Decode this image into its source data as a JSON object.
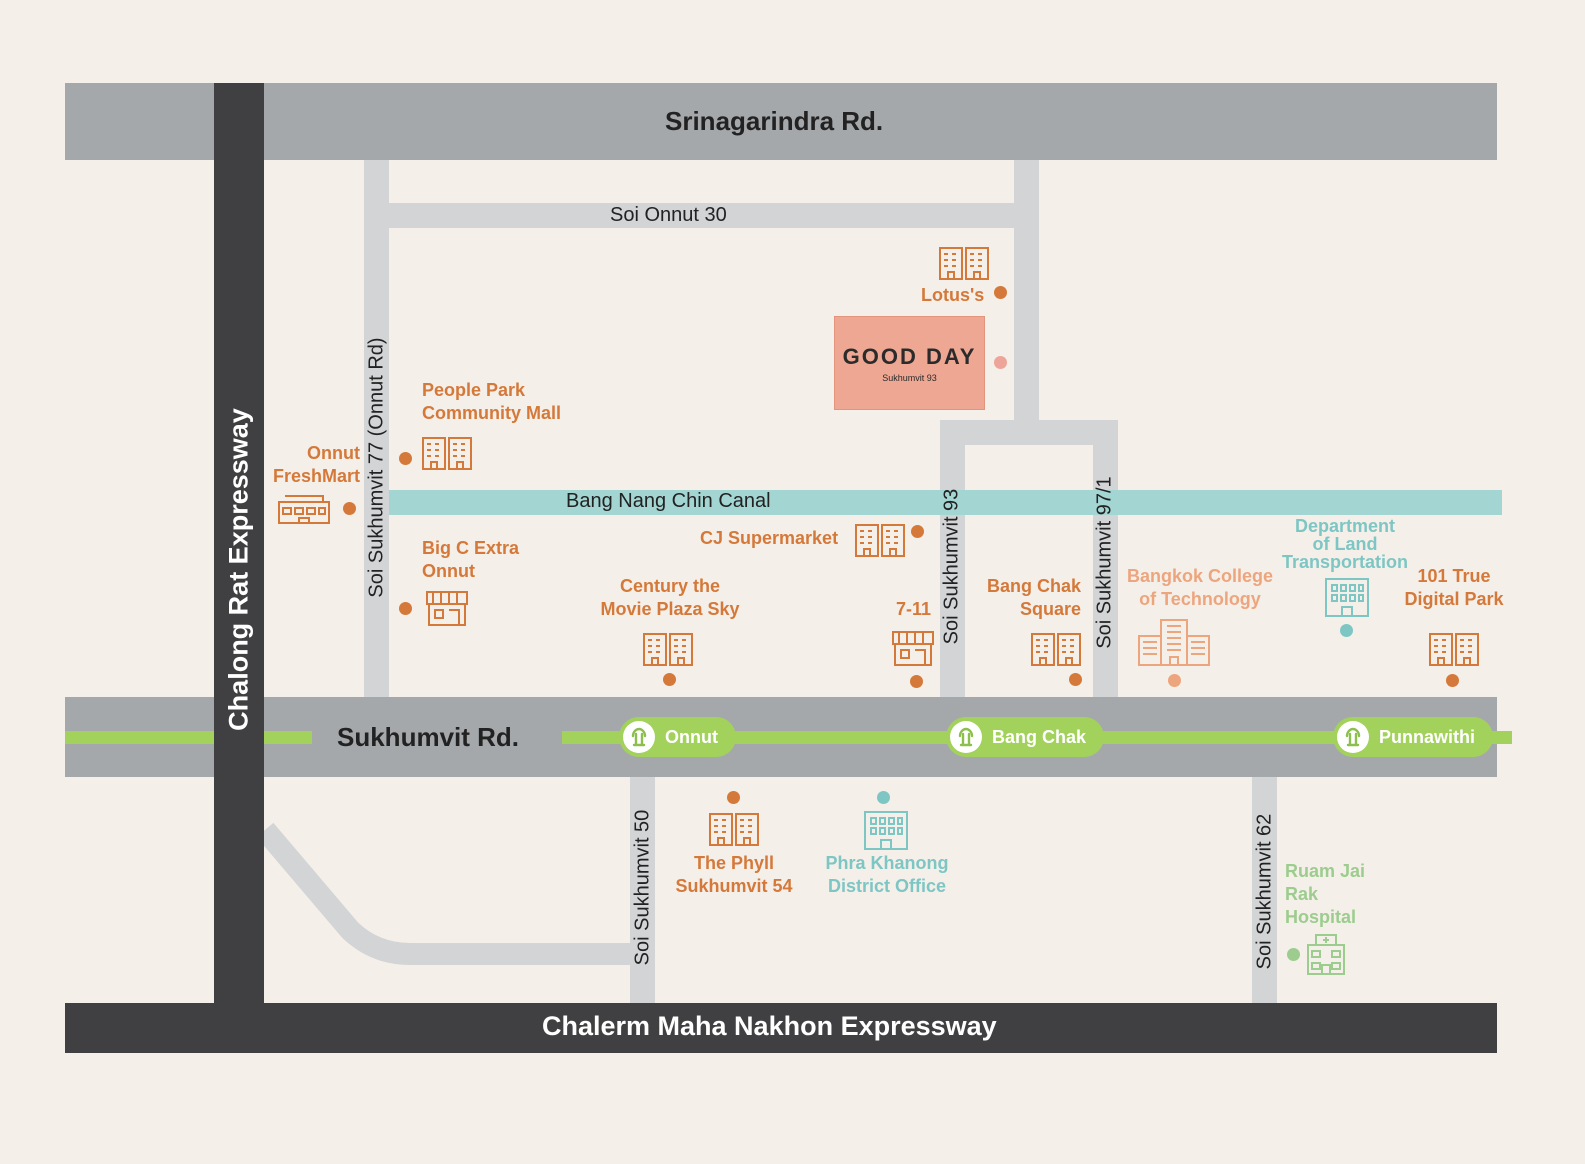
{
  "roads": {
    "srinagarindra": "Srinagarindra Rd.",
    "sukhumvit": "Sukhumvit Rd.",
    "chalerm": "Chalerm Maha Nakhon Expressway",
    "chalong": "Chalong Rat Expressway",
    "soi_onnut_30": "Soi Onnut 30",
    "soi_77": "Soi Sukhumvit 77 (Onnut Rd)",
    "soi_93": "Soi Sukhumvit 93",
    "soi_97_1": "Soi Sukhumvit 97/1",
    "soi_50": "Soi Sukhumvit 50",
    "soi_62": "Soi Sukhumvit 62",
    "canal": "Bang Nang Chin Canal"
  },
  "stations": {
    "onnut": "Onnut",
    "bang_chak": "Bang Chak",
    "punnawithi": "Punnawithi"
  },
  "project": {
    "brand": "GOOD DAY",
    "sub": "Sukhumvit 93"
  },
  "places": {
    "lotus": "Lotus's",
    "people_park_1": "People Park",
    "people_park_2": "Community Mall",
    "onnut_fresh_1": "Onnut",
    "onnut_fresh_2": "FreshMart",
    "bigc_1": "Big C Extra",
    "bigc_2": "Onnut",
    "cj": "CJ Supermarket",
    "century_1": "Century the",
    "century_2": "Movie Plaza Sky",
    "seven": "7-11",
    "bangchak_sq_1": "Bang Chak",
    "bangchak_sq_2": "Square",
    "bkk_college_1": "Bangkok College",
    "bkk_college_2": "of Technology",
    "dlt_1": "Department",
    "dlt_2": "of Land",
    "dlt_3": "Transportation",
    "true_1": "101 True",
    "true_2": "Digital Park",
    "phyll_1": "The Phyll",
    "phyll_2": "Sukhumvit 54",
    "phra_1": "Phra Khanong",
    "phra_2": "District Office",
    "ruam_1": "Ruam Jai",
    "ruam_2": "Rak",
    "ruam_3": "Hospital"
  },
  "colors": {
    "background": "#f4efe9",
    "main_road": "#a5a8ab",
    "soi": "#d2d4d5",
    "expressway": "#404042",
    "canal": "#a3d5d3",
    "bts": "#a3d25c",
    "retail": "#d5793a",
    "education": "#eda57e",
    "government": "#7ec6c4",
    "hospital": "#9ccc8e",
    "project": "#eda792"
  }
}
